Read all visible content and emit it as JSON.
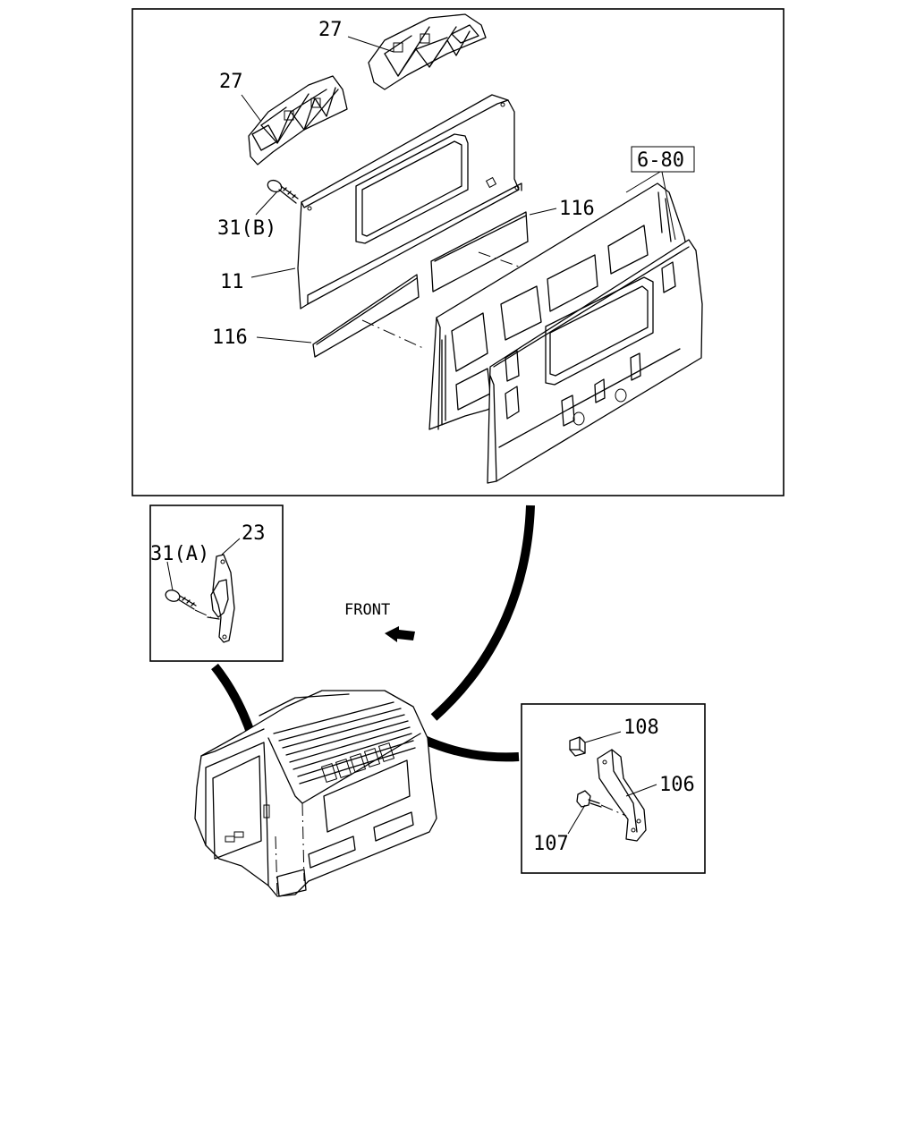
{
  "labels": {
    "upper_trim_left": "27",
    "upper_trim_right": "27",
    "screw_b": "31(B)",
    "rear_panel": "11",
    "insulator_upper": "116",
    "insulator_lower": "116",
    "reference": "6-80",
    "bracket": "23",
    "screw_a": "31(A)",
    "front": "FRONT",
    "nut": "108",
    "bracket_106": "106",
    "bolt": "107"
  }
}
